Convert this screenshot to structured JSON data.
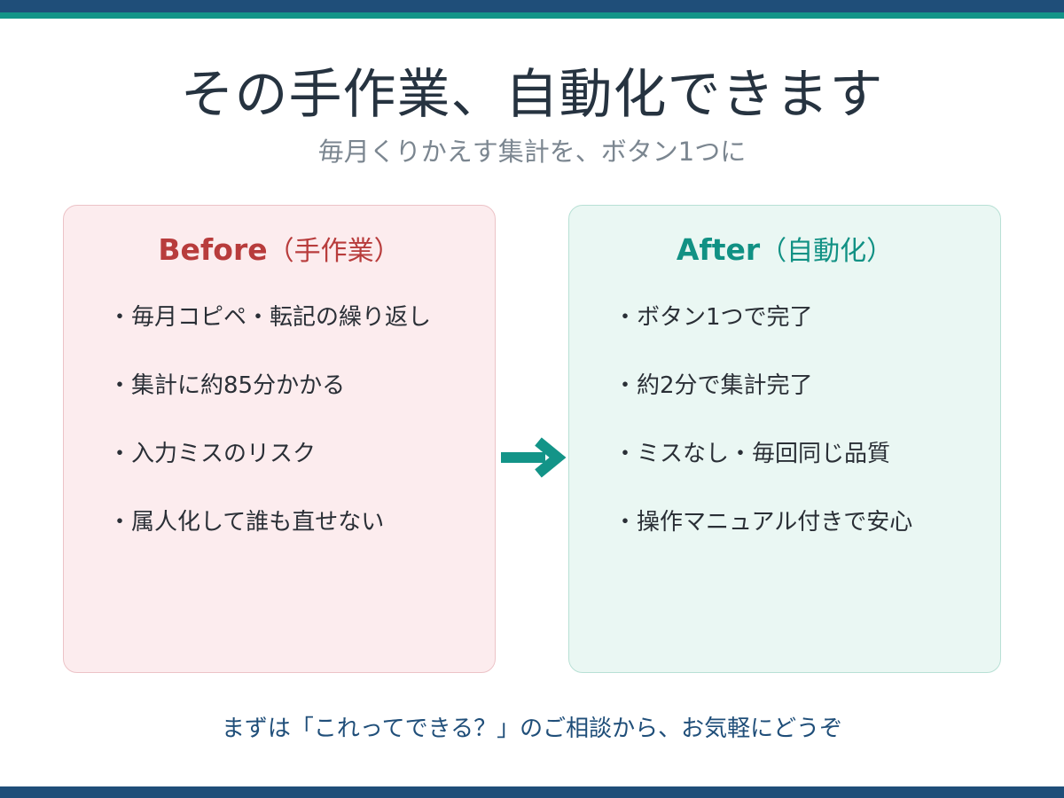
{
  "title": "その手作業、自動化できます",
  "subtitle": "毎月くりかえす集計を、ボタン1つに",
  "before": {
    "heading": "Before",
    "heading_sub": "（手作業）",
    "items": [
      "・毎月コピペ・転記の繰り返し",
      "・集計に約85分かかる",
      "・入力ミスのリスク",
      "・属人化して誰も直せない"
    ]
  },
  "after": {
    "heading": "After",
    "heading_sub": "（自動化）",
    "items": [
      "・ボタン1つで完了",
      "・約2分で集計完了",
      "・ミスなし・毎回同じ品質",
      "・操作マニュアル付きで安心"
    ]
  },
  "footer": "まずは「これってできる？」のご相談から、お気軽にどうぞ",
  "colors": {
    "navy": "#1f4e79",
    "teal": "#139488",
    "before_accent": "#b83c3c",
    "after_accent": "#119184"
  },
  "icons": {
    "transition_arrow": "arrow-right-icon"
  }
}
